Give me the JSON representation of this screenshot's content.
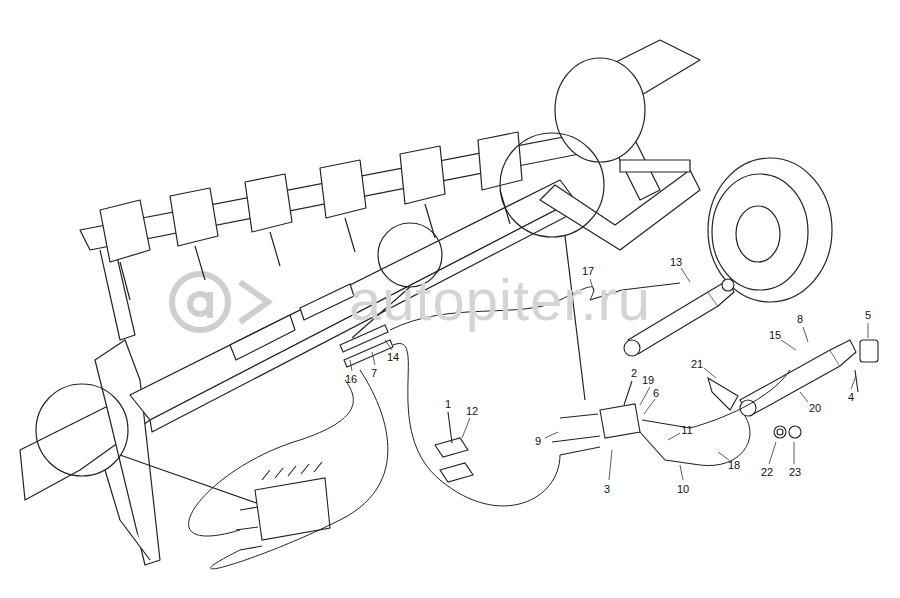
{
  "diagram": {
    "labels": [
      "autopiter.ru",
      "13",
      "17",
      "8",
      "5",
      "15",
      "21",
      "4",
      "20",
      "2",
      "19",
      "6",
      "9",
      "11",
      "3",
      "10",
      "18",
      "22",
      "23",
      "1",
      "12",
      "16",
      "7",
      "14"
    ]
  }
}
